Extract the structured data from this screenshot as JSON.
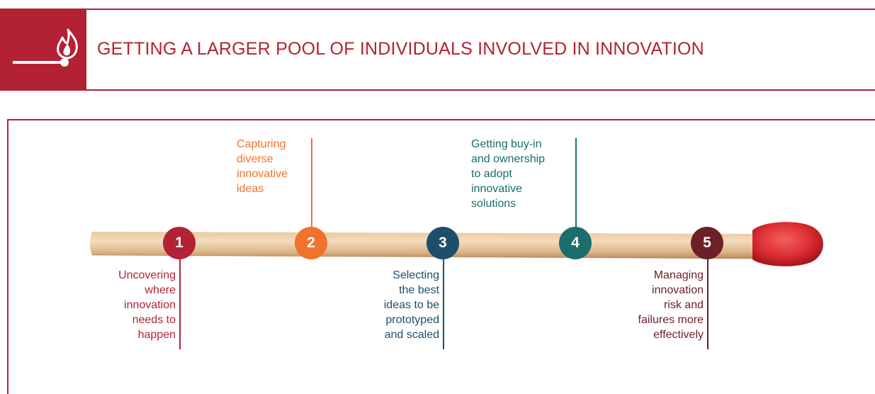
{
  "header": {
    "title": "GETTING A LARGER POOL OF INDIVIDUALS INVOLVED IN INNOVATION",
    "icon": "burning-match-icon",
    "brand_color": "#b22234"
  },
  "steps": [
    {
      "number": "1",
      "color": "#b22234",
      "text": "Uncovering where innovation needs to happen",
      "lines": [
        "Uncovering",
        "where",
        "innovation",
        "needs to",
        "happen"
      ]
    },
    {
      "number": "2",
      "color": "#f0732b",
      "text": "Capturing diverse innovative ideas",
      "lines": [
        "Capturing",
        "diverse",
        "innovative",
        "ideas"
      ]
    },
    {
      "number": "3",
      "color": "#1f4e6c",
      "text": "Selecting the best ideas to be prototyped and scaled",
      "lines": [
        "Selecting",
        "the best",
        "ideas to be",
        "prototyped",
        "and scaled"
      ]
    },
    {
      "number": "4",
      "color": "#1a6e6c",
      "text": "Getting buy-in and ownership to adopt innovative solutions",
      "lines": [
        "Getting buy-in",
        "and ownership",
        "to adopt",
        "innovative",
        "solutions"
      ]
    },
    {
      "number": "5",
      "color": "#6b2128",
      "text": "Managing innovation risk and failures more effectively",
      "lines": [
        "Managing",
        "innovation",
        "risk and",
        "failures more",
        "effectively"
      ]
    }
  ]
}
